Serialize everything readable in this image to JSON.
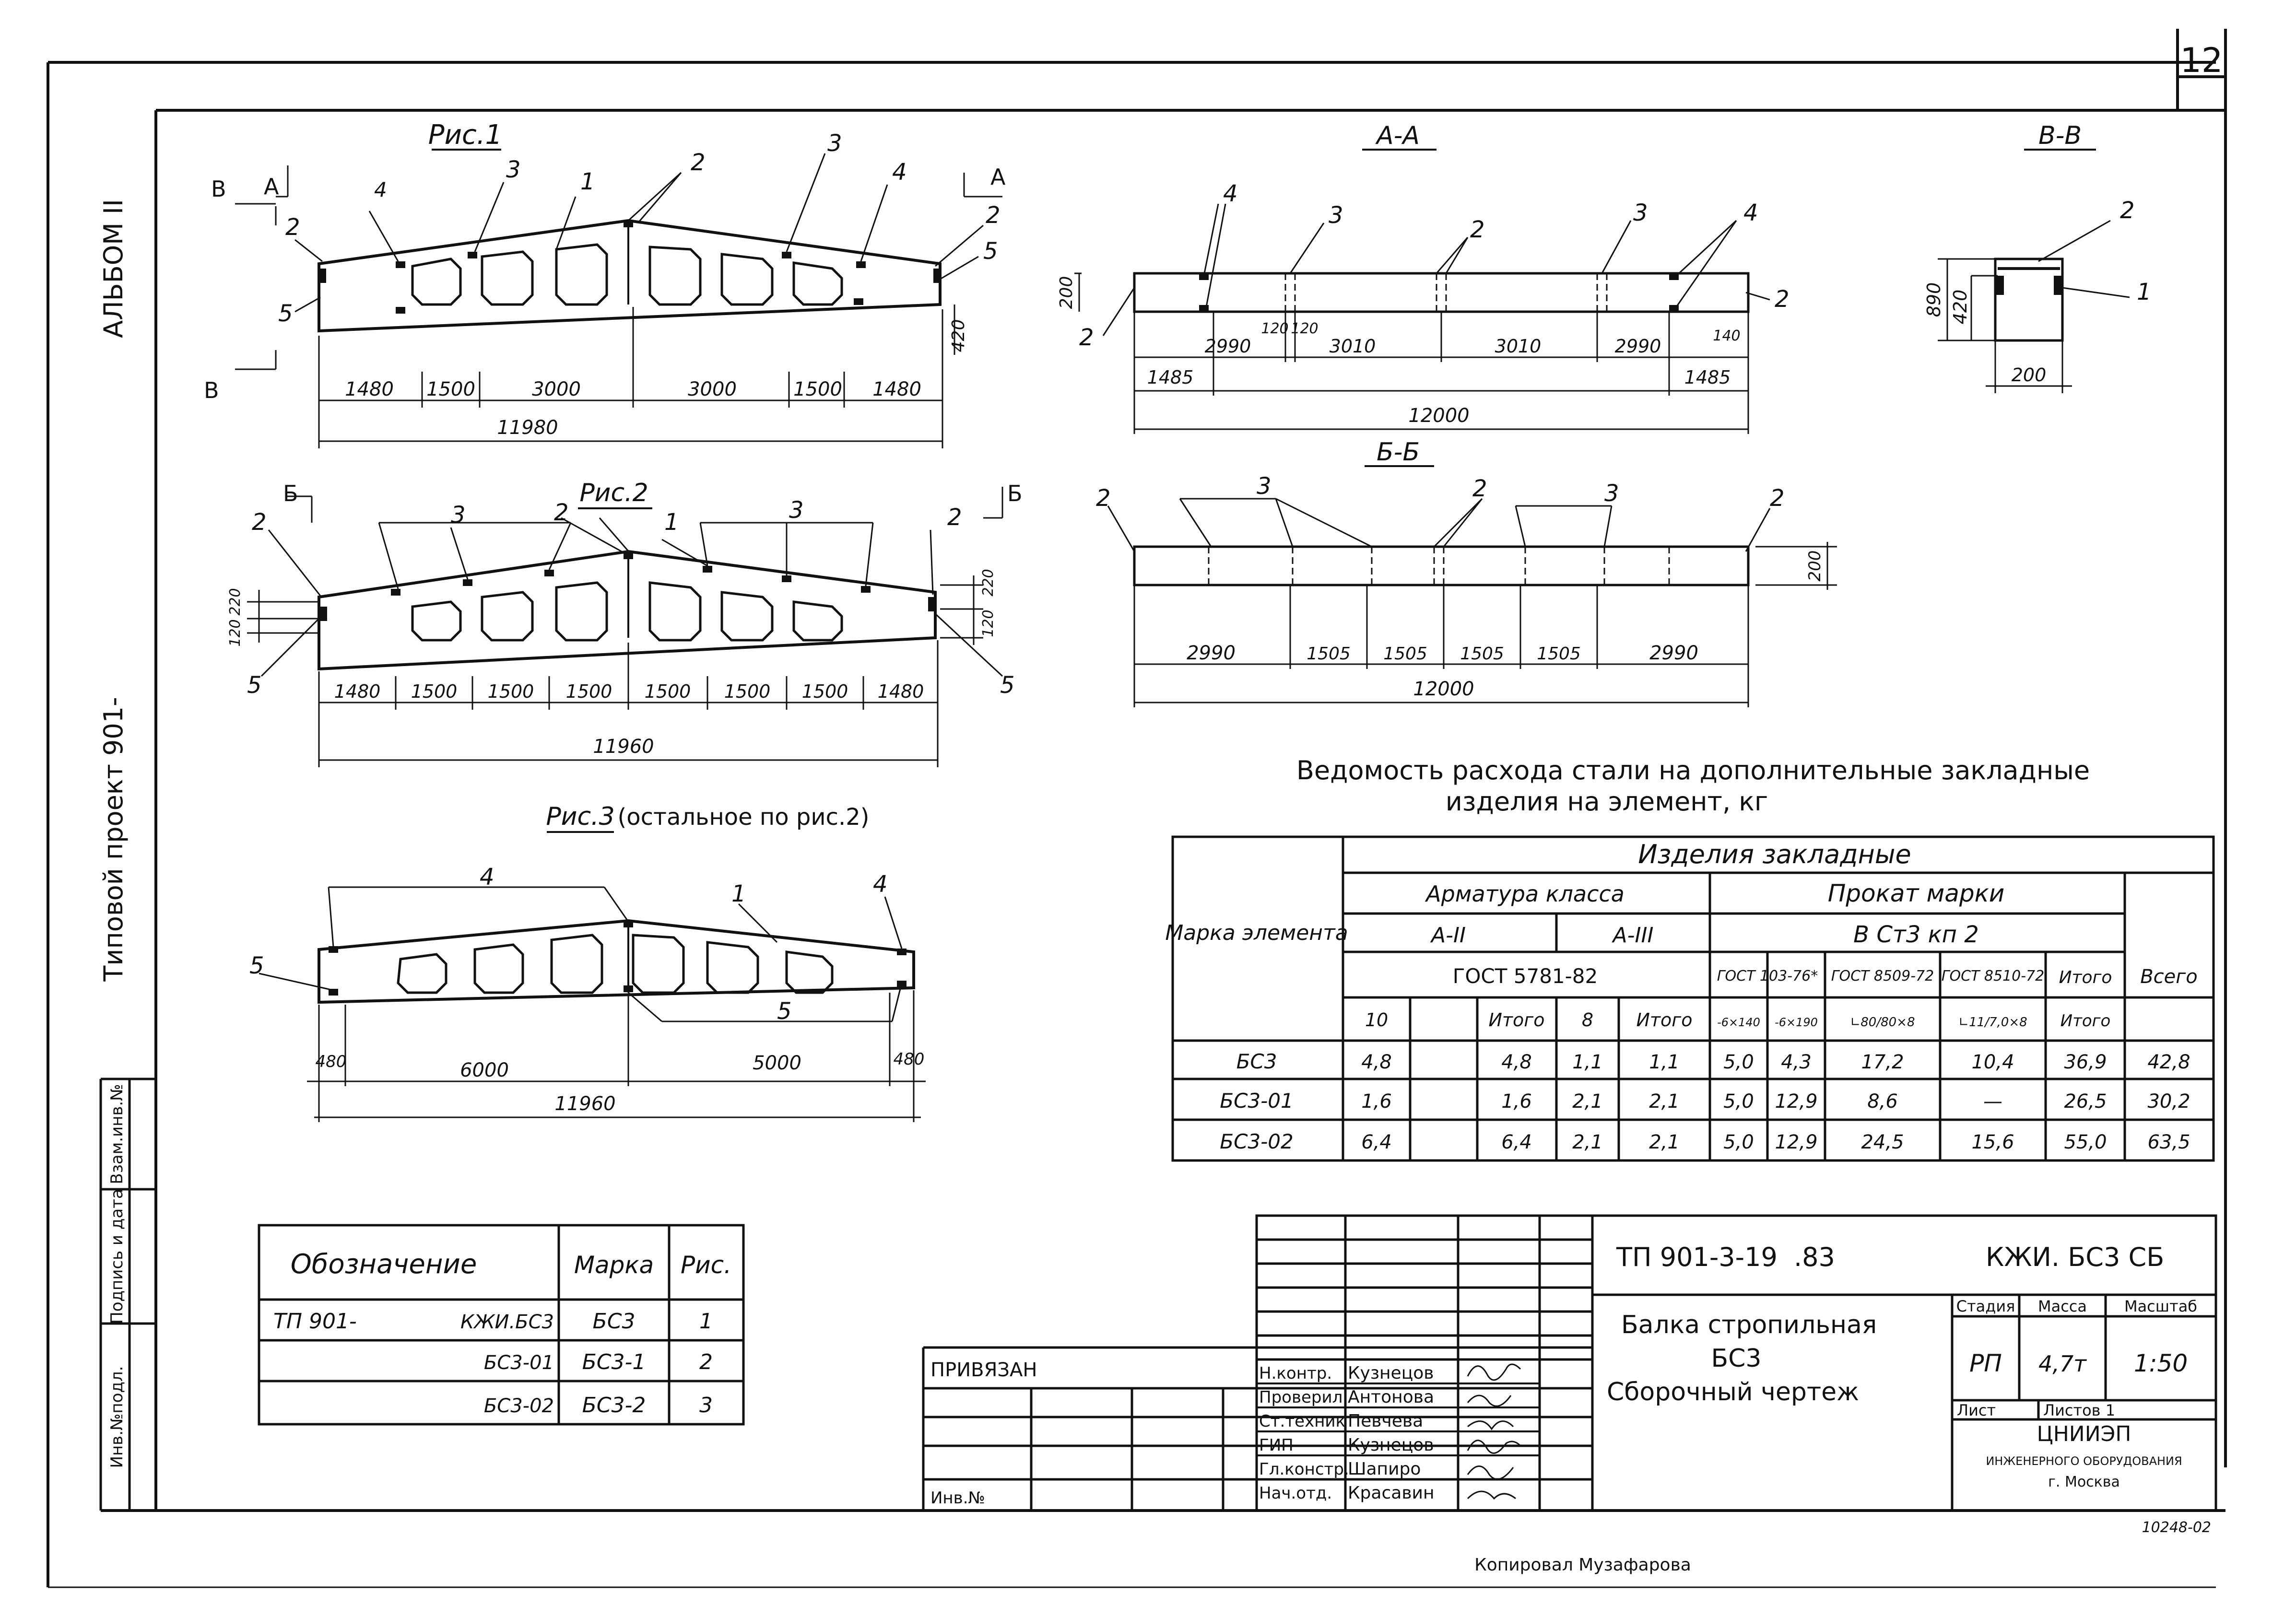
{
  "sheet_number": "12",
  "side": {
    "album": "АЛЬБОМ II",
    "project": "Типовой проект 901-",
    "stamp_cols": [
      "Инв.№подл.",
      "Подпись и дата",
      "Взам.инв.№"
    ]
  },
  "fig1": {
    "title": "Рис.1",
    "callouts": [
      "1",
      "2",
      "2",
      "2",
      "3",
      "3",
      "4",
      "4",
      "5",
      "5"
    ],
    "section_marks": [
      "А",
      "А",
      "В",
      "В"
    ],
    "dims_top": [
      "1480",
      "1500",
      "3000",
      "3000",
      "1500",
      "1480"
    ],
    "overall": "11980",
    "height_right": "420"
  },
  "secAA": {
    "title": "А-А",
    "callouts": [
      "2",
      "2",
      "2",
      "3",
      "3",
      "4",
      "4"
    ],
    "height_left": "200",
    "row1": [
      "2990",
      "120",
      "120",
      "3010",
      "3010",
      "2990",
      "140"
    ],
    "row2": [
      "1485",
      "1485"
    ],
    "overall": "12000"
  },
  "secBB": {
    "title": "В-В",
    "callouts": [
      "1",
      "2"
    ],
    "height_outer": "890",
    "height_inner": "420",
    "width": "200"
  },
  "fig2": {
    "title": "Рис.2",
    "section_marks": [
      "Б",
      "Б"
    ],
    "callouts": [
      "1",
      "2",
      "2",
      "2",
      "3",
      "3",
      "5",
      "5"
    ],
    "left_heights": [
      "220",
      "120"
    ],
    "right_heights": [
      "220",
      "120"
    ],
    "dims_top": [
      "1480",
      "1500",
      "1500",
      "1500",
      "1500",
      "1500",
      "1500",
      "1480"
    ],
    "overall": "11960"
  },
  "secBBsmall": {
    "title": "Б-Б",
    "callouts": [
      "2",
      "2",
      "2",
      "3",
      "3"
    ],
    "height_right": "200",
    "row": [
      "2990",
      "1505",
      "1505",
      "1505",
      "1505",
      "2990"
    ],
    "overall": "12000"
  },
  "fig3": {
    "title": "Рис.3",
    "note": "(остальное по рис.2)",
    "callouts": [
      "1",
      "4",
      "4",
      "5",
      "5"
    ],
    "dims_top": [
      "480",
      "6000",
      "5000",
      "480"
    ],
    "overall": "11960"
  },
  "steel_table": {
    "title_line1": "Ведомость расхода стали на дополнительные закладные",
    "title_line2": "изделия на элемент, кг",
    "h_mark": "Марка элемента",
    "h_items": "Изделия закладные",
    "h_arm": "Арматура класса",
    "h_prokat": "Прокат марки",
    "h_a2": "А-II",
    "h_a3": "А-III",
    "h_vst": "В Ст3 кп 2",
    "h_gost1": "ГОСТ 5781-82",
    "h_gost2": "ГОСТ 103-76*",
    "h_gost3": "ГОСТ 8509-72",
    "h_gost4": "ГОСТ 8510-72",
    "h_itogo": "Итого",
    "h_vsego": "Всего",
    "sub": [
      "10",
      "",
      "Итого",
      "8",
      "Итого",
      "-6×140",
      "-6×190",
      "∟80/80×8",
      "∟11/7,0×8"
    ],
    "rows": [
      [
        "БС3",
        "4,8",
        "",
        "4,8",
        "1,1",
        "1,1",
        "5,0",
        "4,3",
        "17,2",
        "10,4",
        "36,9",
        "42,8"
      ],
      [
        "БС3-01",
        "1,6",
        "",
        "1,6",
        "2,1",
        "2,1",
        "5,0",
        "12,9",
        "8,6",
        "—",
        "26,5",
        "30,2"
      ],
      [
        "БС3-02",
        "6,4",
        "",
        "6,4",
        "2,1",
        "2,1",
        "5,0",
        "12,9",
        "24,5",
        "15,6",
        "55,0",
        "63,5"
      ]
    ]
  },
  "spec_table": {
    "headers": [
      "Обозначение",
      "Марка",
      "Рис."
    ],
    "rows": [
      [
        "ТП 901-",
        "КЖИ.БС3",
        "БС3",
        "1"
      ],
      [
        "",
        "БС3-01",
        "БС3-1",
        "2"
      ],
      [
        "",
        "БС3-02",
        "БС3-2",
        "3"
      ]
    ]
  },
  "title_block": {
    "privyazan": "ПРИВЯЗАН",
    "inv": "Инв.№",
    "code": "ТП 901-3-19",
    "code_year": ".83",
    "code_right": "КЖИ. БС3 СБ",
    "name1": "Балка стропильная",
    "name2": "БС3",
    "name3": "Сборочный чертеж",
    "roles": [
      "Н.контр.",
      "Проверил",
      "Ст.техник",
      "ГИП",
      "Гл.констр.",
      "Нач.отд."
    ],
    "names": [
      "Кузнецов",
      "Антонова",
      "Певчева",
      "Кузнецов",
      "Шапиро",
      "Красавин"
    ],
    "stage_h": "Стадия",
    "mass_h": "Масса",
    "scale_h": "Масштаб",
    "stage": "РП",
    "mass": "4,7т",
    "scale": "1:50",
    "sheet_h": "Лист",
    "sheets_h": "Листов 1",
    "org1": "ЦНИИЭП",
    "org2": "ИНЖЕНЕРНОГО ОБОРУДОВАНИЯ",
    "org3": "г. Москва",
    "archive": "10248-02"
  },
  "copied": "Копировал Музафарова"
}
